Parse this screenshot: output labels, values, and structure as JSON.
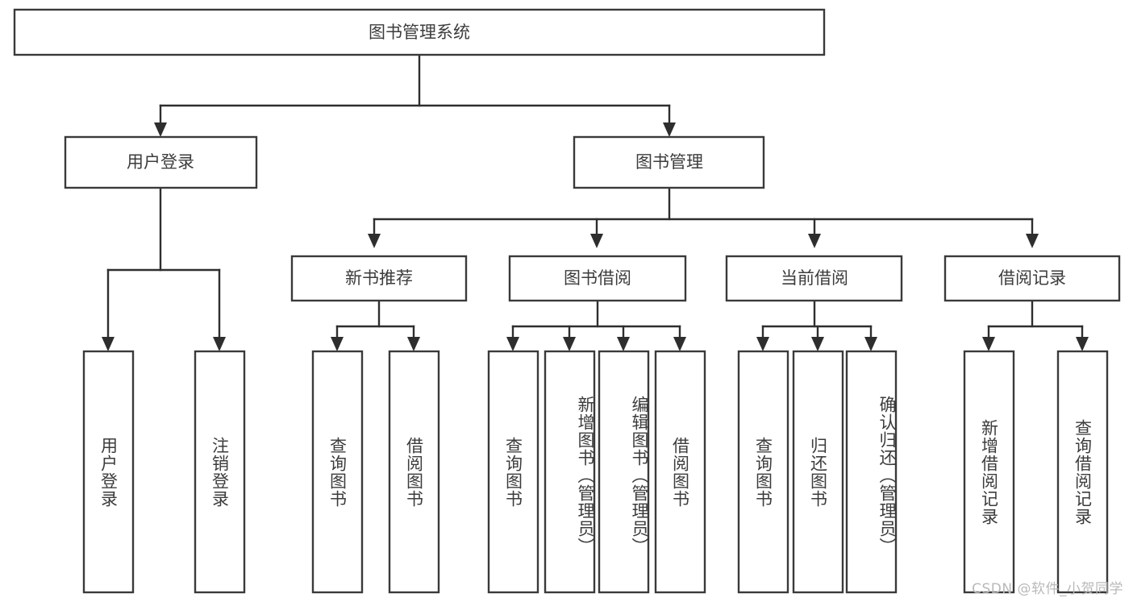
{
  "diagram": {
    "title": "图书管理系统",
    "type": "tree-hierarchy",
    "watermark": "CSDN @软件_小贺同学",
    "colors": {
      "background": "#ffffff",
      "box_stroke": "#3a3a3a",
      "connector": "#2e2e2e",
      "text": "#3c3c3c",
      "watermark": "#b9b9b9"
    },
    "levels": {
      "level1": {
        "label": "图书管理系统"
      },
      "level2": [
        {
          "label": "用户登录"
        },
        {
          "label": "图书管理"
        }
      ],
      "level3": [
        {
          "label": "新书推荐"
        },
        {
          "label": "图书借阅"
        },
        {
          "label": "当前借阅"
        },
        {
          "label": "借阅记录"
        }
      ],
      "level4": {
        "under_user_login": [
          {
            "label": "用户登录"
          },
          {
            "label": "注销登录"
          }
        ],
        "under_new_book": [
          {
            "label": "查询图书"
          },
          {
            "label": "借阅图书"
          }
        ],
        "under_borrow": [
          {
            "label": "查询图书"
          },
          {
            "label": "新增图书（管理员）"
          },
          {
            "label": "编辑图书（管理员）"
          },
          {
            "label": "借阅图书"
          }
        ],
        "under_current": [
          {
            "label": "查询图书"
          },
          {
            "label": "归还图书"
          },
          {
            "label": "确认归还（管理员）"
          }
        ],
        "under_records": [
          {
            "label": "新增借阅记录"
          },
          {
            "label": "查询借阅记录"
          }
        ]
      }
    }
  }
}
